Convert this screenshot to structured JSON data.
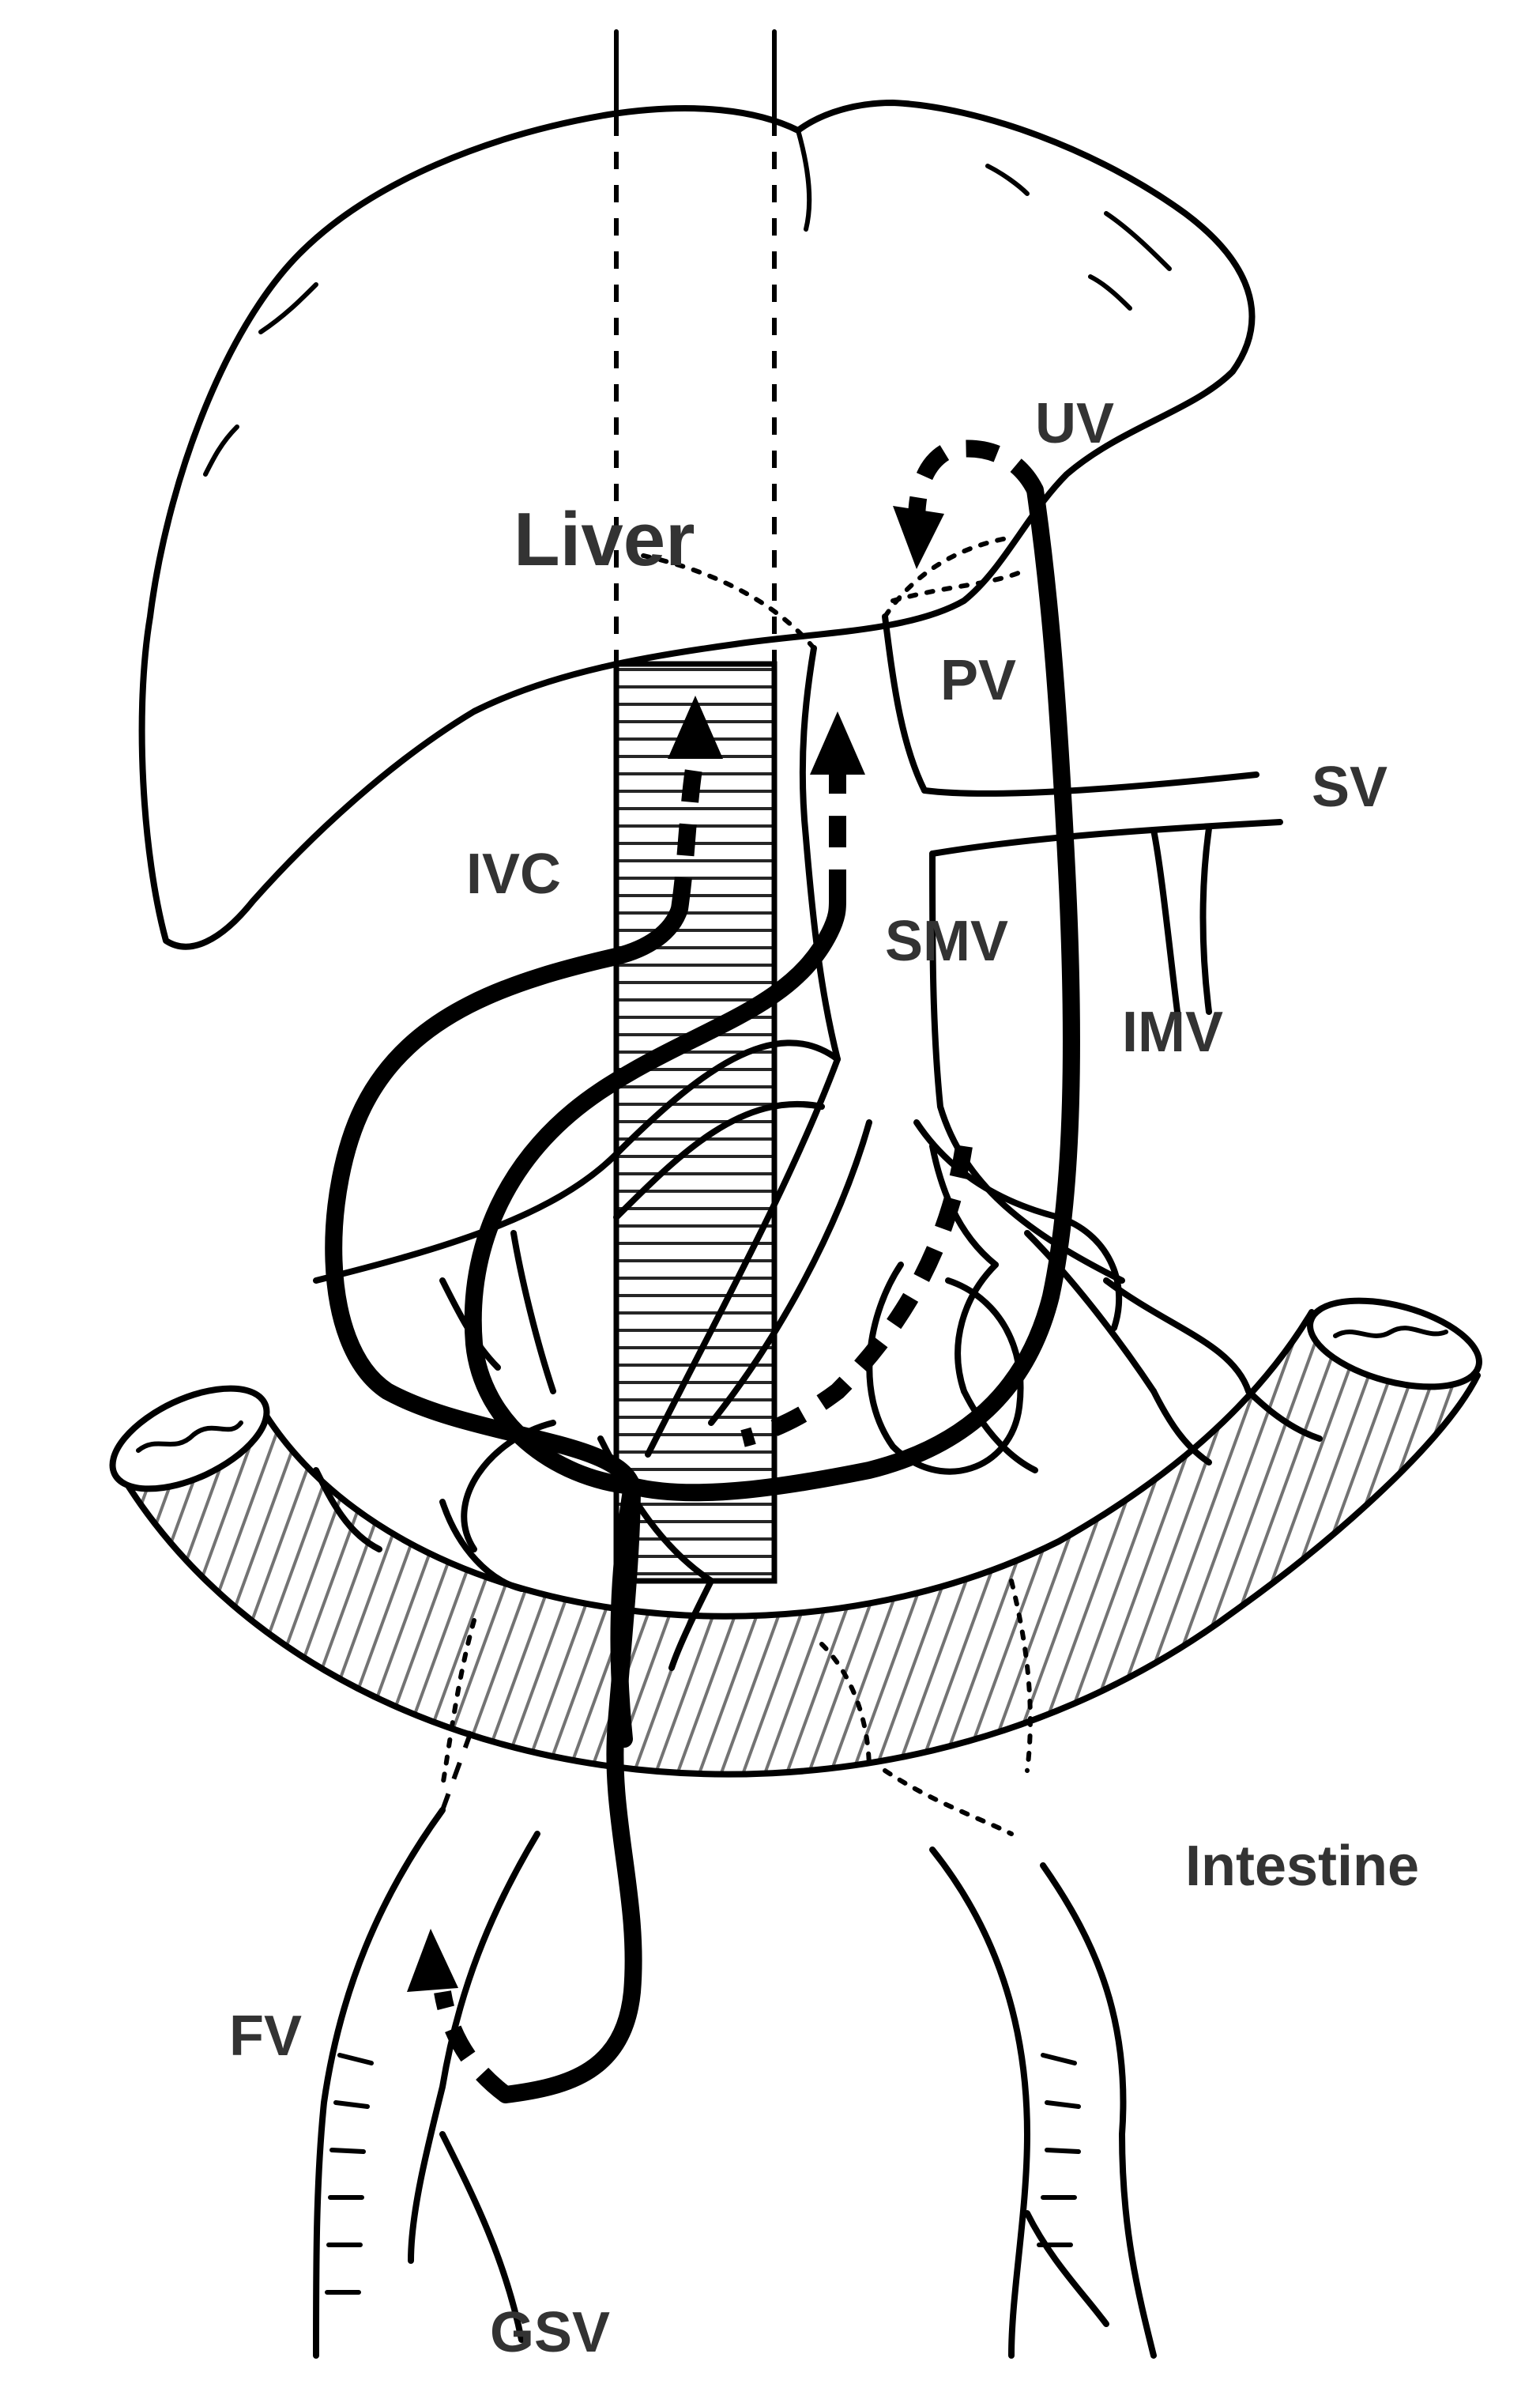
{
  "figure": {
    "labels": {
      "liver": "Liver",
      "uv": "UV",
      "pv": "PV",
      "sv": "SV",
      "ivc": "IVC",
      "smv": "SMV",
      "imv": "IMV",
      "intestine": "Intestine",
      "fv": "FV",
      "gsv": "GSV"
    }
  }
}
